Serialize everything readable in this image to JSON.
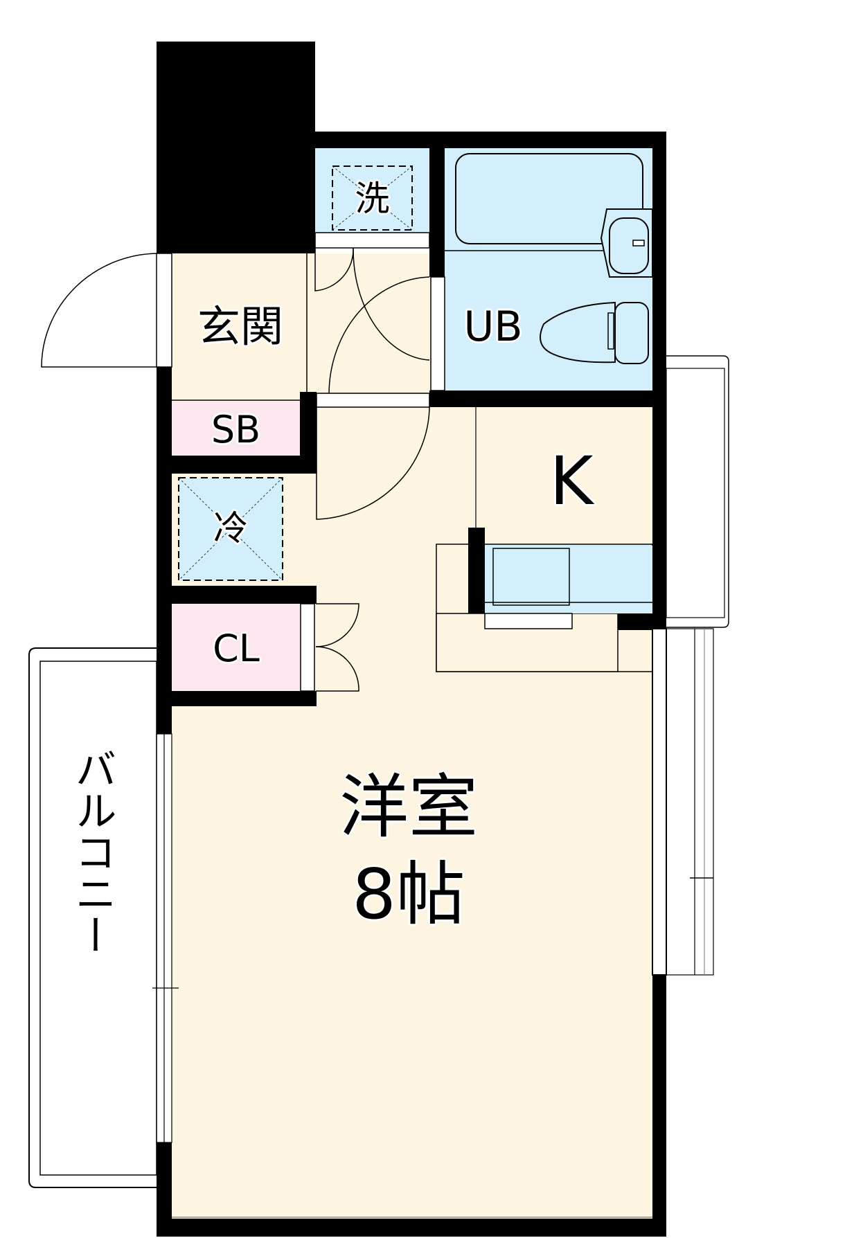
{
  "floorplan": {
    "colors": {
      "wall": "#000000",
      "living_floor": "#FDF5E2",
      "wet_area": "#D2EFFB",
      "storage": "#FCE6EF",
      "exterior": "#FFFFFF"
    },
    "rooms": [
      {
        "id": "genkan",
        "label": "玄関"
      },
      {
        "id": "washer",
        "label": "洗"
      },
      {
        "id": "unit-bath",
        "label": "UB"
      },
      {
        "id": "shoe-box",
        "label": "SB"
      },
      {
        "id": "kitchen",
        "label": "K"
      },
      {
        "id": "fridge",
        "label": "冷"
      },
      {
        "id": "closet",
        "label": "CL"
      },
      {
        "id": "western-room",
        "label": "洋室",
        "size": "8帖"
      },
      {
        "id": "balcony",
        "label": "バルコニー"
      }
    ]
  }
}
